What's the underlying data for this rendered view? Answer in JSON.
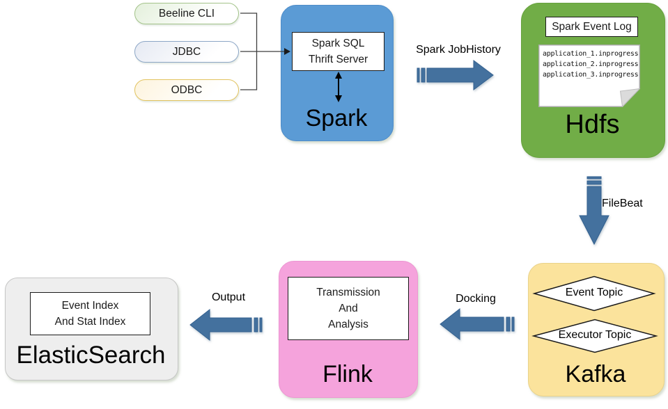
{
  "diagram": {
    "clients": [
      {
        "label": "Beeline CLI"
      },
      {
        "label": "JDBC"
      },
      {
        "label": "ODBC"
      }
    ],
    "spark": {
      "title": "Spark",
      "box_lines": [
        "Spark SQL",
        "Thrift Server"
      ]
    },
    "hdfs": {
      "title": "Hdfs",
      "event_log_label": "Spark Event Log",
      "files": [
        "application_1.inprogress",
        "application_2.inprogress",
        "application_3.inprogress"
      ]
    },
    "kafka": {
      "title": "Kafka",
      "topics": [
        "Event Topic",
        "Executor Topic"
      ]
    },
    "flink": {
      "title": "Flink",
      "box_lines": [
        "Transmission",
        "And",
        "Analysis"
      ]
    },
    "elasticsearch": {
      "title": "ElasticSearch",
      "box_lines": [
        "Event Index",
        "And Stat Index"
      ]
    },
    "flow_labels": {
      "spark_to_hdfs": "Spark JobHistory",
      "hdfs_to_kafka": "FileBeat",
      "kafka_to_flink": "Docking",
      "flink_to_elasticsearch": "Output"
    },
    "colors": {
      "spark_fill": "#5B9BD5",
      "hdfs_fill": "#71AD47",
      "kafka_fill": "#FBE39C",
      "flink_fill": "#F5A3DC",
      "elasticsearch_fill": "#EEEEEE",
      "flow_arrow_fill": "#44719E"
    }
  }
}
